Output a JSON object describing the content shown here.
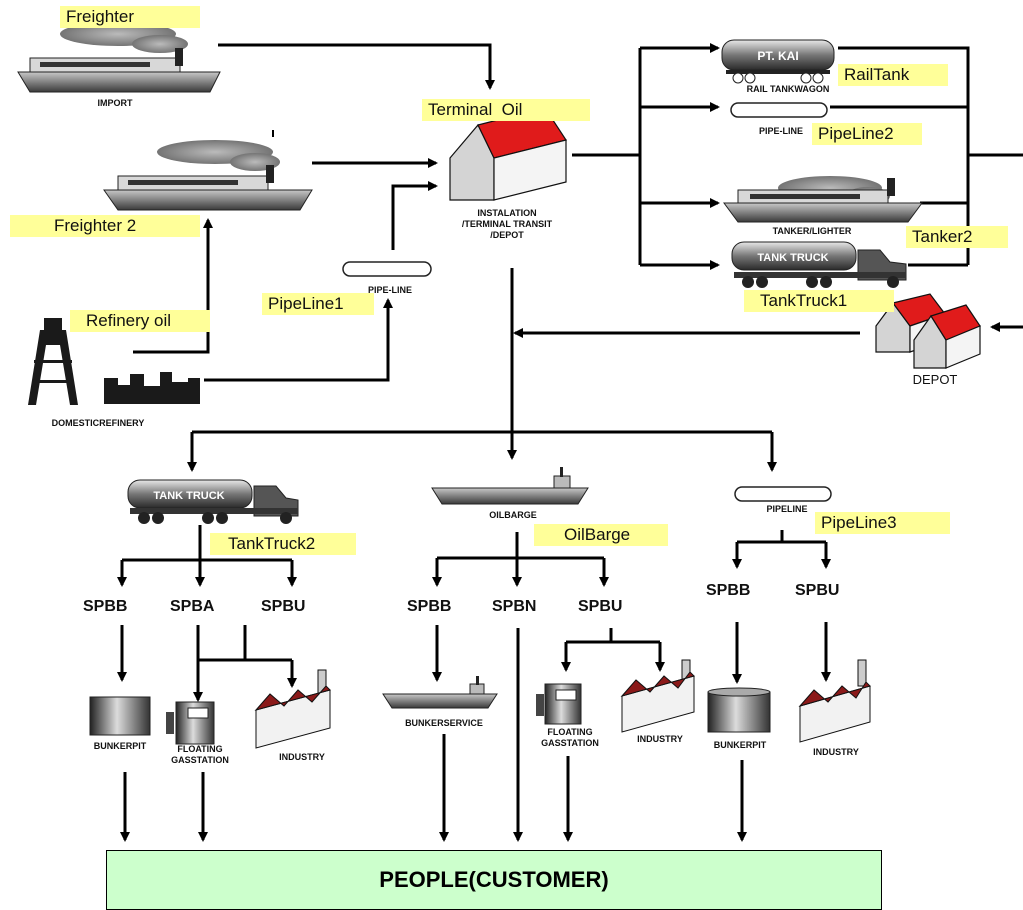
{
  "labels": {
    "freighter": "Freighter",
    "freighter2": "Freighter 2",
    "refinery_oil": "Refinery oil",
    "pipeline1": "PipeLine1",
    "terminal_oil": "Terminal  Oil",
    "railtank": "RailTank",
    "pipeline2": "PipeLine2",
    "tanker2": "Tanker2",
    "tanktruck1": "TankTruck1",
    "tanktruck2": "TankTruck2",
    "oilbarge": "OilBarge",
    "pipeline3": "PipeLine3"
  },
  "captions": {
    "import": "IMPORT",
    "domestic_refinery": "DOMESTICREFINERY",
    "pipe_line": "PIPE-LINE",
    "installation": "INSTALATION\n/TERMINAL TRANSIT\n/DEPOT",
    "rail_tank_wagon": "RAIL TANKWAGON",
    "pipe_line_top": "PIPE-LINE",
    "tanker_lighter": "TANKER/LIGHTER",
    "depot": "DEPOT",
    "oilbarge_cap": "OILBARGE",
    "pipeline_cap": "PIPELINE",
    "bunkerpit1": "BUNKERPIT",
    "floating1": "FLOATING\nGASSTATION",
    "industry1": "INDUSTRY",
    "bunkerservice": "BUNKERSERVICE",
    "floating2": "FLOATING\nGASSTATION",
    "industry2": "INDUSTRY",
    "bunkerpit2": "BUNKERPIT",
    "industry3": "INDUSTRY",
    "truck_text": "TANK TRUCK",
    "rail_text": "PT. KAI"
  },
  "codes": {
    "a_spbb": "SPBB",
    "a_spba": "SPBA",
    "a_spbu": "SPBU",
    "b_spbb": "SPBB",
    "b_spbn": "SPBN",
    "b_spbu": "SPBU",
    "c_spbb": "SPBB",
    "c_spbu": "SPBU"
  },
  "customer": "PEOPLE(CUSTOMER)",
  "colors": {
    "highlight": "#ffff99",
    "roof": "#ee1111",
    "factory_roof": "#8b1a1a",
    "customer_box": "#ccffcc"
  }
}
